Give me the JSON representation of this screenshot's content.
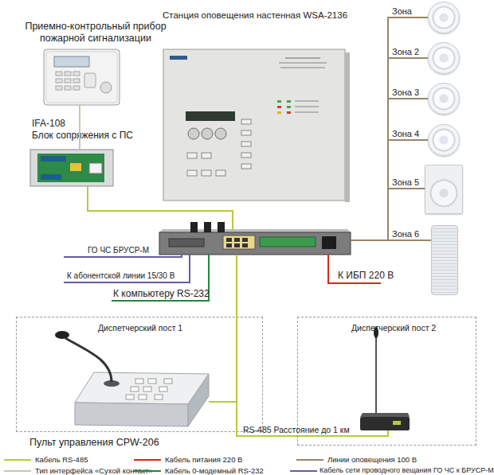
{
  "diagram": {
    "nodes": [
      {
        "text": [
          "Приемно-контрольный прибор пожарной сигнализации"
        ]
      },
      {
        "text": [
          "IFA-108",
          "Блок сопряжения с ПС"
        ]
      },
      {
        "text": [
          "Станция оповещения настенная WSA-2136"
        ]
      },
      {
        "text": [
          "Зона"
        ]
      },
      {
        "text": [
          "Зона 2"
        ]
      },
      {
        "text": [
          "Зона 3"
        ]
      },
      {
        "text": [
          "Зона 4"
        ]
      },
      {
        "text": [
          "Зона 5"
        ]
      },
      {
        "text": [
          "Зона 6"
        ]
      },
      {
        "text": [
          "Диспетчерский пост 1"
        ]
      },
      {
        "text": [
          "Пульт управления CPW-206"
        ],
        "in": 9
      },
      {
        "text": [
          "Диспетчерский пост 2"
        ]
      }
    ],
    "edges": [
      {
        "from": 0,
        "to": 1,
        "arrow": "none"
      },
      {
        "from": 1,
        "to": 2,
        "arrow": "none"
      },
      {
        "from": 2,
        "to": 3,
        "arrow": "none"
      },
      {
        "from": 2,
        "to": 4,
        "arrow": "none"
      },
      {
        "from": 2,
        "to": 5,
        "arrow": "none"
      },
      {
        "from": 2,
        "to": 6,
        "arrow": "none"
      },
      {
        "from": 2,
        "to": 7,
        "arrow": "none"
      },
      {
        "from": 2,
        "to": 8,
        "arrow": "none"
      },
      {
        "from": 2,
        "to": 10,
        "arrow": "none"
      },
      {
        "from": 2,
        "to": 11,
        "label": "RS-485 Расстояние до 1 км",
        "arrow": "none"
      }
    ],
    "labels": [
      "ГО ЧС БРУСР-М",
      "К абонентской линии 15/30 В",
      "К компьютеру RS-232",
      "К ИБП 220 В"
    ],
    "legend": [
      {
        "text": "Кабель RS-485",
        "color": "#b2cd3a"
      },
      {
        "text": "Кабель питания 220 В",
        "color": "#d6281e"
      },
      {
        "text": "Линии оповещения 100 В",
        "color": "#9a8468"
      },
      {
        "text": "Тип интерфейса «Сухой контакт»",
        "color": "#c5c9b0"
      },
      {
        "text": "Кабель 0-модемный RS-232",
        "color": "#1f8a3e"
      },
      {
        "text": "Кабель сети проводного вещания ГО ЧС к БРУСР-М",
        "color": "#6a5aa8"
      }
    ]
  }
}
